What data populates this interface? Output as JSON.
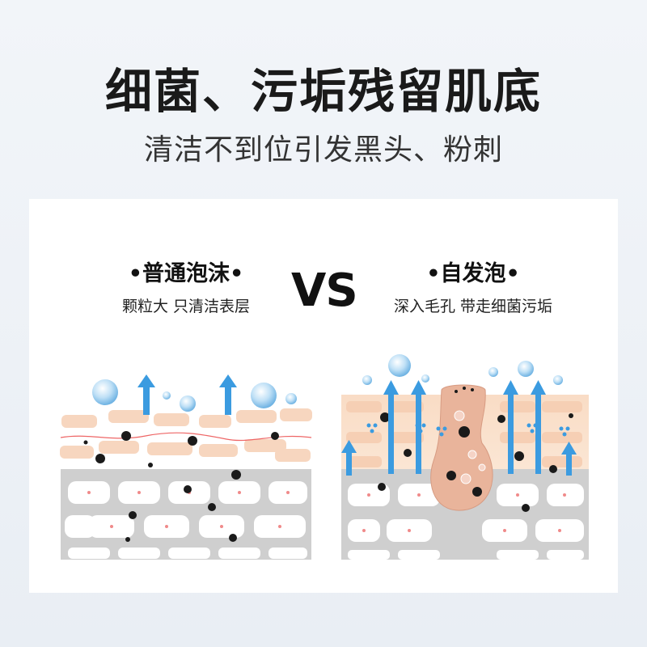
{
  "headline": "细菌、污垢残留肌底",
  "subline": "清洁不到位引发黑头、粉刺",
  "vs_label": "VS",
  "left": {
    "title": "•普通泡沫•",
    "desc": "颗粒大 只清洁表层"
  },
  "right": {
    "title": "•自发泡•",
    "desc": "深入毛孔 带走细菌污垢"
  },
  "colors": {
    "dermis_gray": "#cfcfcf",
    "cell_white": "#ffffff",
    "epidermis_peach": "#f7d6bf",
    "arrow_blue": "#3b9be0",
    "pore_pink": "#e9b49b",
    "bacteria_black": "#1a1a1a"
  }
}
